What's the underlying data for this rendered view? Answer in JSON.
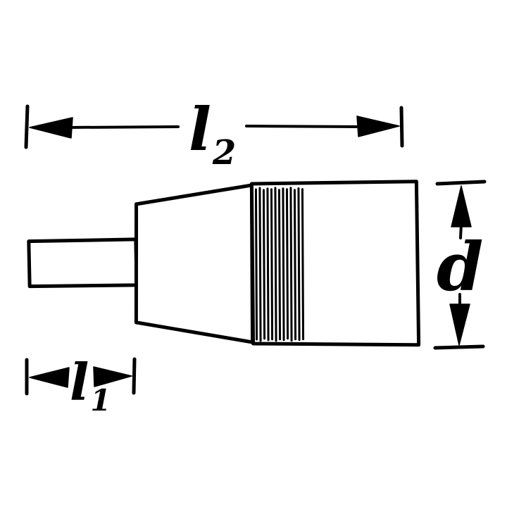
{
  "colors": {
    "line": "#000000",
    "background": "#ffffff"
  },
  "dimension_labels": {
    "overall_length": {
      "base": "l",
      "sub": "2"
    },
    "bit_length": {
      "base": "l",
      "sub": "1"
    },
    "diameter": {
      "base": "d",
      "sub": ""
    }
  }
}
